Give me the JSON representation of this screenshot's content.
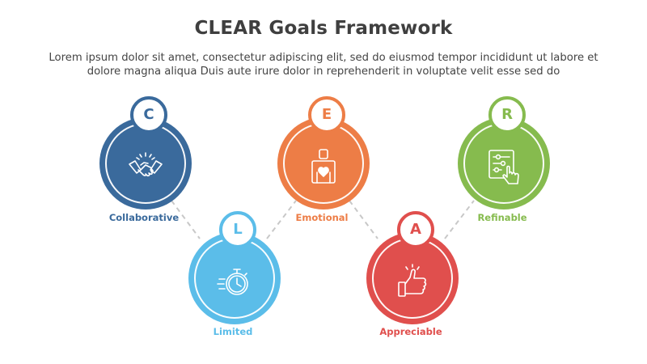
{
  "title": "CLEAR Goals Framework",
  "subtitle": "Lorem ipsum dolor sit amet, consectetur adipiscing elit, sed do eiusmod tempor incididunt ut labore et dolore magna aliqua Duis aute irure dolor in reprehenderit in voluptate velit esse sed do",
  "items": [
    {
      "letter": "C",
      "label": "Collaborative",
      "color": "#3a6a9c",
      "icon": "handshake-icon"
    },
    {
      "letter": "L",
      "label": "Limited",
      "color": "#5bbde9",
      "icon": "stopwatch-icon"
    },
    {
      "letter": "E",
      "label": "Emotional",
      "color": "#ed7d46",
      "icon": "person-heart-icon"
    },
    {
      "letter": "A",
      "label": "Appreciable",
      "color": "#e04f4d",
      "icon": "thumbs-up-icon"
    },
    {
      "letter": "R",
      "label": "Refinable",
      "color": "#86bb4e",
      "icon": "settings-panel-icon"
    }
  ],
  "connector_color": "#c8c8c8"
}
